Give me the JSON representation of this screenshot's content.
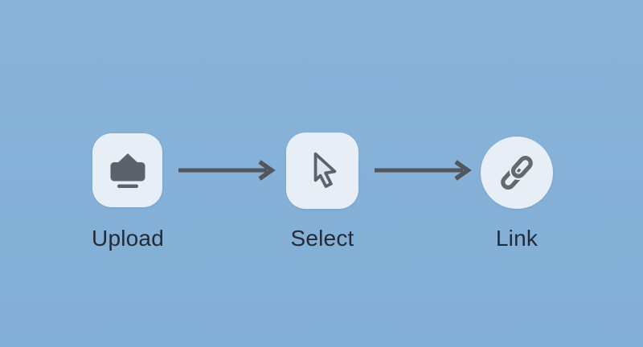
{
  "page": {
    "kind": "three-step flow diagram",
    "background_color": "#85b0d7"
  },
  "flow": {
    "steps": [
      {
        "label": "Upload",
        "icon": "upload-tray-icon",
        "tile_shape": "rounded-square"
      },
      {
        "label": "Select",
        "icon": "cursor-pointer-icon",
        "tile_shape": "rounded-square"
      },
      {
        "label": "Link",
        "icon": "chain-link-icon",
        "tile_shape": "circle"
      }
    ],
    "connectors": [
      {
        "type": "arrow-right",
        "from": "Upload",
        "to": "Select"
      },
      {
        "type": "arrow-right",
        "from": "Select",
        "to": "Link"
      }
    ]
  },
  "colors": {
    "background": "#85b0d7",
    "tile": "#e8eef6",
    "glyph": "#5c6269",
    "link_glyph": "#64686f",
    "arrow": "#51565d",
    "label_text": "#242b38"
  }
}
